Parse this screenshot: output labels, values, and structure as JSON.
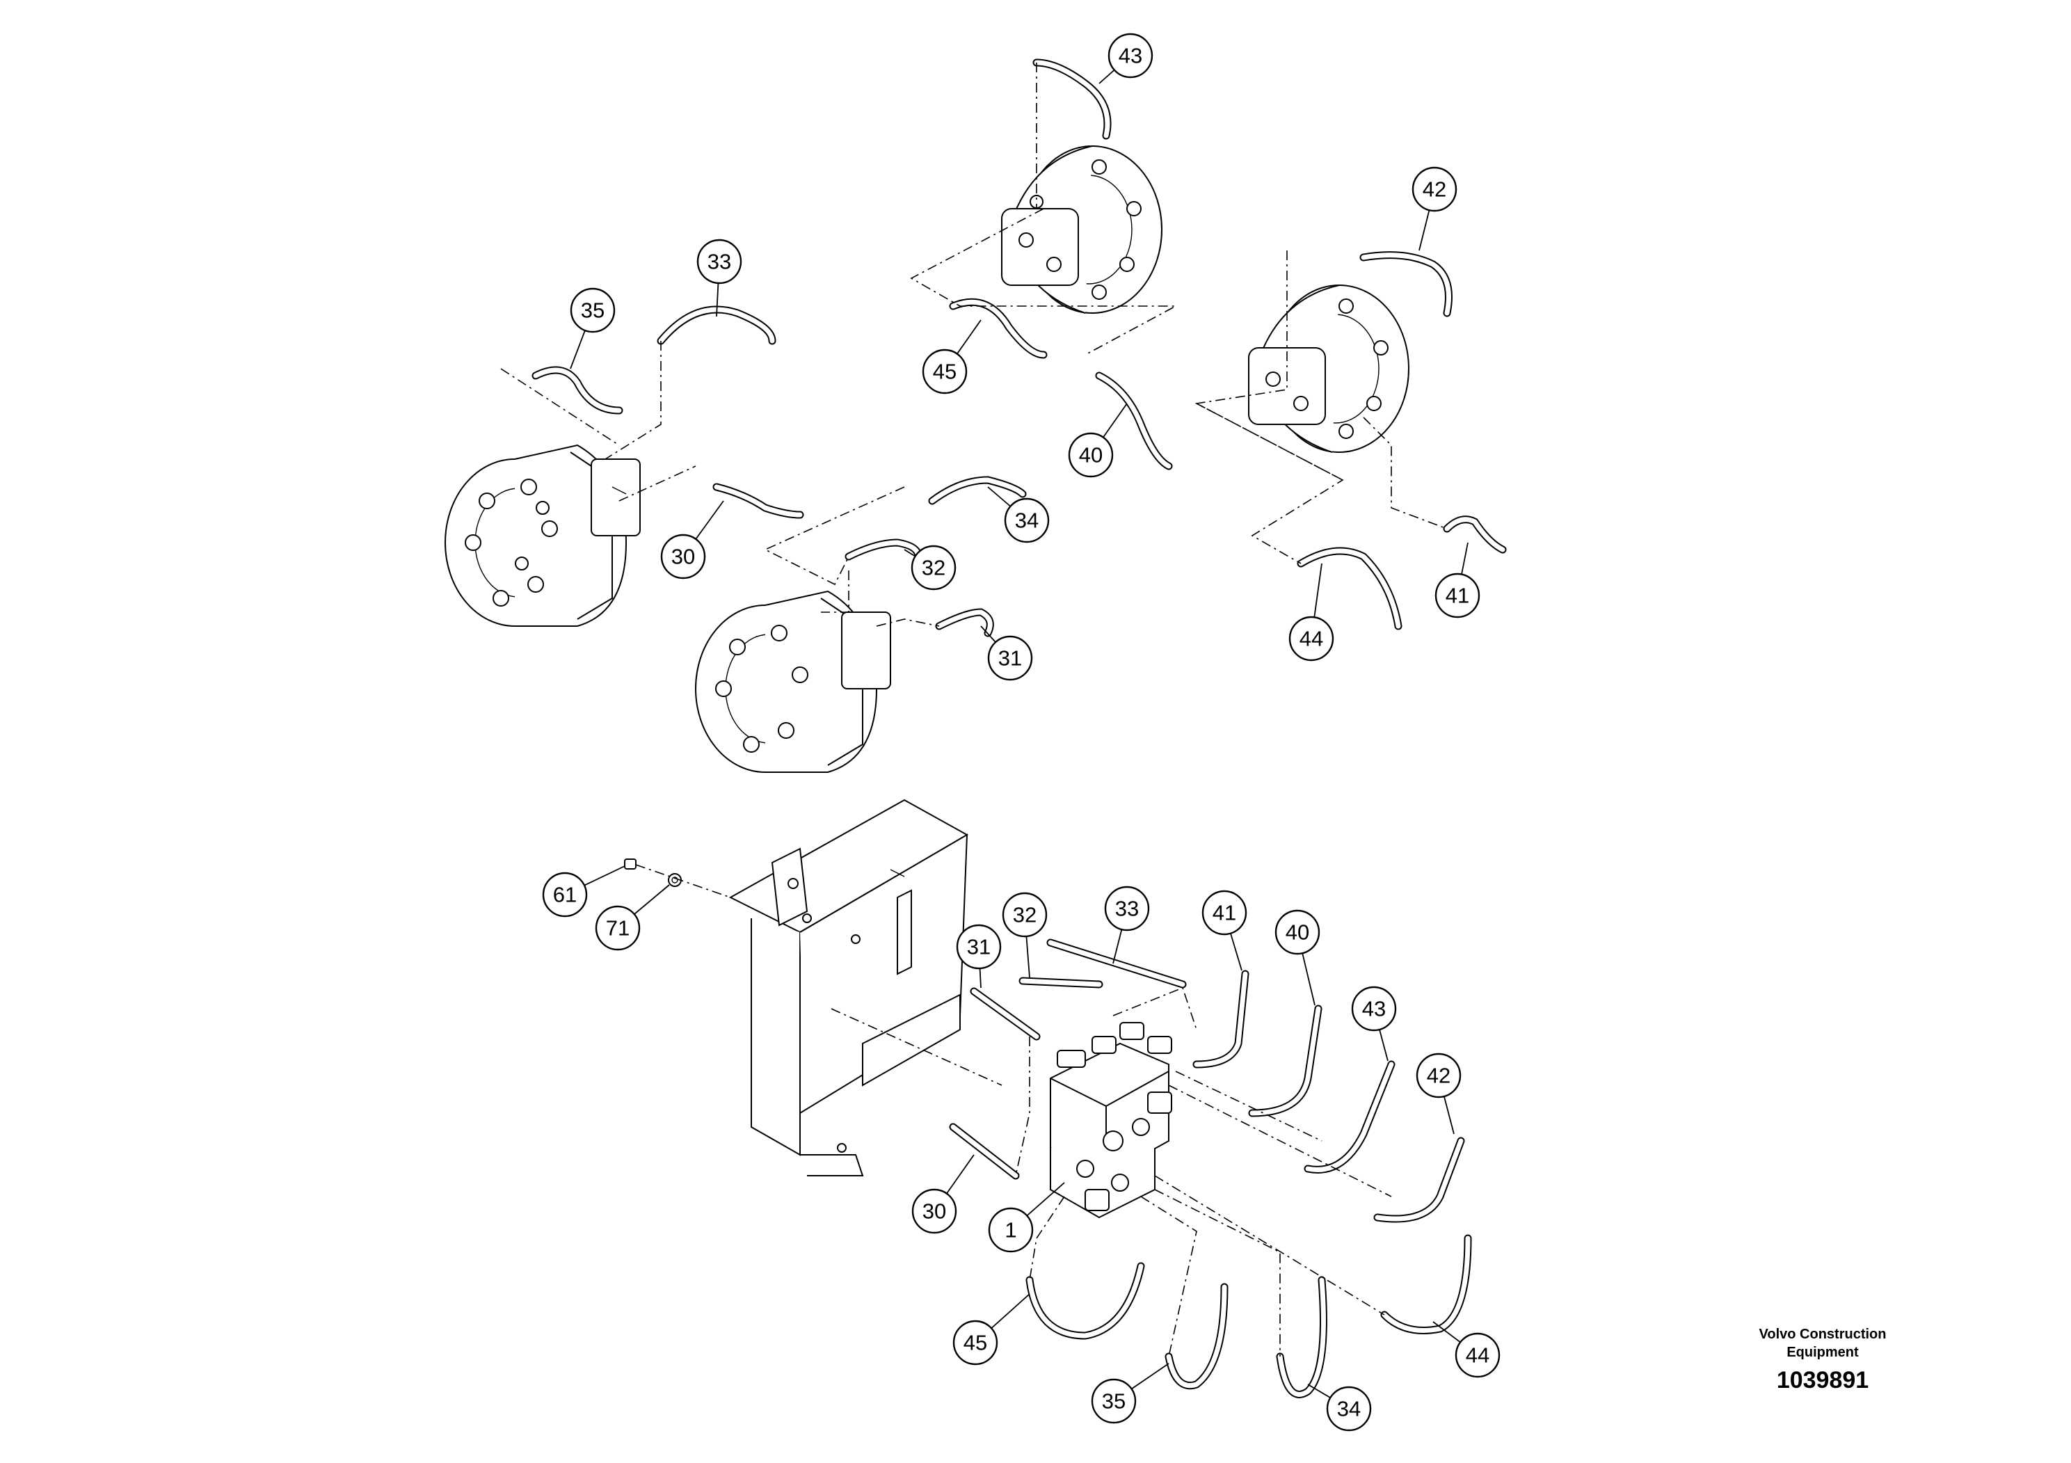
{
  "callouts": [
    {
      "id": "c43-top",
      "label": "43"
    },
    {
      "id": "c42-top",
      "label": "42"
    },
    {
      "id": "c33-top",
      "label": "33"
    },
    {
      "id": "c35-top",
      "label": "35"
    },
    {
      "id": "c45-top",
      "label": "45"
    },
    {
      "id": "c40-top",
      "label": "40"
    },
    {
      "id": "c34-top",
      "label": "34"
    },
    {
      "id": "c32-top",
      "label": "32"
    },
    {
      "id": "c30-top",
      "label": "30"
    },
    {
      "id": "c31-top",
      "label": "31"
    },
    {
      "id": "c41-top",
      "label": "41"
    },
    {
      "id": "c44-top",
      "label": "44"
    },
    {
      "id": "c61",
      "label": "61"
    },
    {
      "id": "c71",
      "label": "71"
    },
    {
      "id": "c31-bot",
      "label": "31"
    },
    {
      "id": "c32-bot",
      "label": "32"
    },
    {
      "id": "c33-bot",
      "label": "33"
    },
    {
      "id": "c41-bot",
      "label": "41"
    },
    {
      "id": "c40-bot",
      "label": "40"
    },
    {
      "id": "c43-bot",
      "label": "43"
    },
    {
      "id": "c42-bot",
      "label": "42"
    },
    {
      "id": "c30-bot",
      "label": "30"
    },
    {
      "id": "c1",
      "label": "1"
    },
    {
      "id": "c45-bot",
      "label": "45"
    },
    {
      "id": "c35-bot",
      "label": "35"
    },
    {
      "id": "c34-bot",
      "label": "34"
    },
    {
      "id": "c44-bot",
      "label": "44"
    }
  ],
  "footer": {
    "brand_line1": "Volvo Construction",
    "brand_line2": "Equipment",
    "drawing_number": "1039891"
  }
}
